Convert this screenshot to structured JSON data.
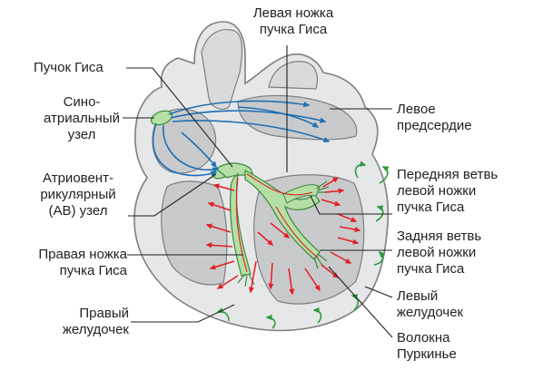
{
  "labels": {
    "left_bundle_branch": [
      "Левая ножка",
      "пучка Гиса"
    ],
    "bundle_of_his": "Пучок Гиса",
    "sa_node": [
      "Сино-",
      "атриальный",
      "узел"
    ],
    "av_node": [
      "Атриовент-",
      "рикулярный",
      "(АВ) узел"
    ],
    "right_bundle_branch": [
      "Правая ножка",
      "пучка Гиса"
    ],
    "right_ventricle": [
      "Правый",
      "желудочек"
    ],
    "left_atrium": [
      "Левое",
      "предсердие"
    ],
    "anterior_branch": [
      "Передняя ветвь",
      "левой ножки",
      "пучка Гиса"
    ],
    "posterior_branch": [
      "Задняя  ветвь",
      "левой ножки",
      "пучка Гиса"
    ],
    "left_ventricle": [
      "Левый",
      "желудочек"
    ],
    "purkinje_fibers": [
      "Волокна",
      "Пуркинье"
    ]
  },
  "colors": {
    "heart_fill": "#e6e7e8",
    "heart_outline": "#7d7f82",
    "inner_fill": "#c9cacc",
    "conduction_fill": "#b5dfa6",
    "conduction_outline": "#3c8a3a",
    "atrial_arrows": "#1f6fb5",
    "ventricular_arrows": "#e31e24",
    "return_arrows": "#2a9b3b",
    "leader_lines": "#231f20"
  }
}
